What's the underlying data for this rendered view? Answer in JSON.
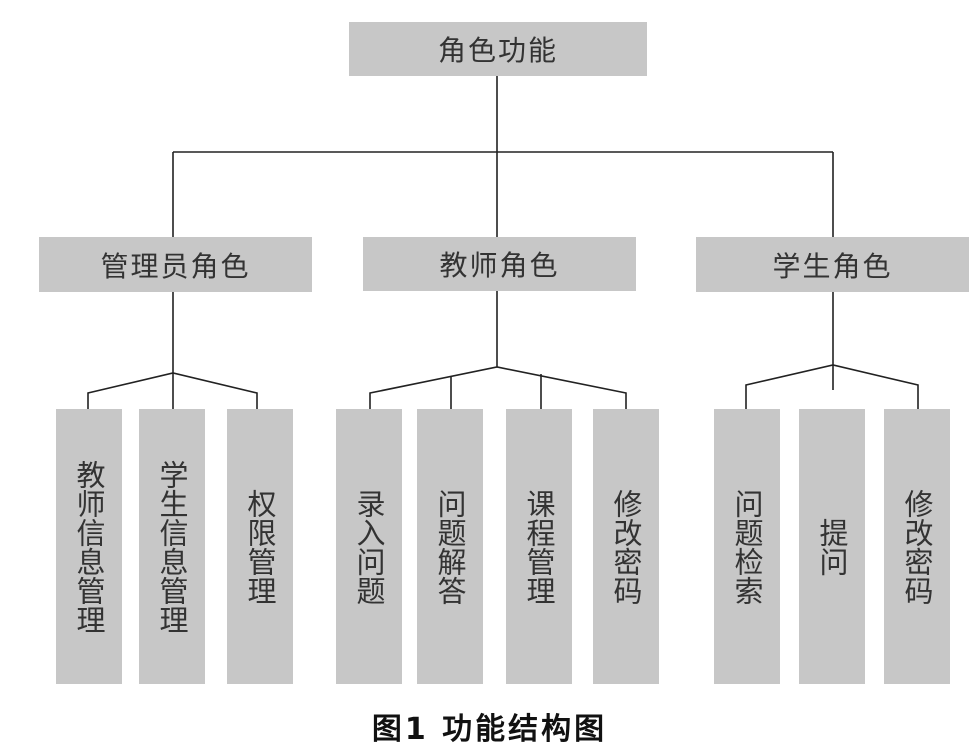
{
  "root": {
    "label": "角色功能"
  },
  "roles": [
    {
      "label": "管理员角色",
      "functions": [
        "教师信息管理",
        "学生信息管理",
        "权限管理"
      ]
    },
    {
      "label": "教师角色",
      "functions": [
        "录入问题",
        "问题解答",
        "课程管理",
        "修改密码"
      ]
    },
    {
      "label": "学生角色",
      "functions": [
        "问题检索",
        "提问",
        "修改密码"
      ]
    }
  ],
  "caption": "图1   功能结构图"
}
